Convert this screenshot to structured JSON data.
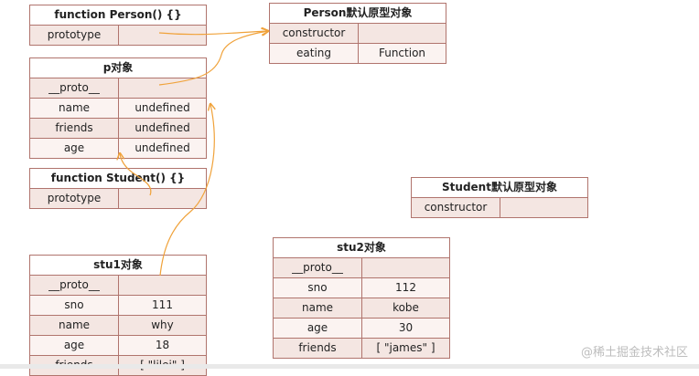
{
  "boxes": {
    "person_fn": {
      "title": "function Person() {}",
      "rows": [
        [
          "prototype",
          ""
        ]
      ]
    },
    "person_proto": {
      "title": "Person默认原型对象",
      "rows": [
        [
          "constructor",
          ""
        ],
        [
          "eating",
          "Function"
        ]
      ]
    },
    "p_obj": {
      "title": "p对象",
      "rows": [
        [
          "__proto__",
          ""
        ],
        [
          "name",
          "undefined"
        ],
        [
          "friends",
          "undefined"
        ],
        [
          "age",
          "undefined"
        ]
      ]
    },
    "student_fn": {
      "title": "function Student() {}",
      "rows": [
        [
          "prototype",
          ""
        ]
      ]
    },
    "student_proto": {
      "title": "Student默认原型对象",
      "rows": [
        [
          "constructor",
          ""
        ]
      ]
    },
    "stu1": {
      "title": "stu1对象",
      "rows": [
        [
          "__proto__",
          ""
        ],
        [
          "sno",
          "111"
        ],
        [
          "name",
          "why"
        ],
        [
          "age",
          "18"
        ],
        [
          "friends",
          "[  \"lilei\"  ]"
        ]
      ]
    },
    "stu2": {
      "title": "stu2对象",
      "rows": [
        [
          "__proto__",
          ""
        ],
        [
          "sno",
          "112"
        ],
        [
          "name",
          "kobe"
        ],
        [
          "age",
          "30"
        ],
        [
          "friends",
          "[  \"james\"  ]"
        ]
      ]
    }
  },
  "watermark": "@稀土掘金技术社区",
  "colors": {
    "border": "#b0746d",
    "row_dark": "#f4e6e2",
    "row_light": "#fbf3f1",
    "arrow": "#f0a23a"
  }
}
